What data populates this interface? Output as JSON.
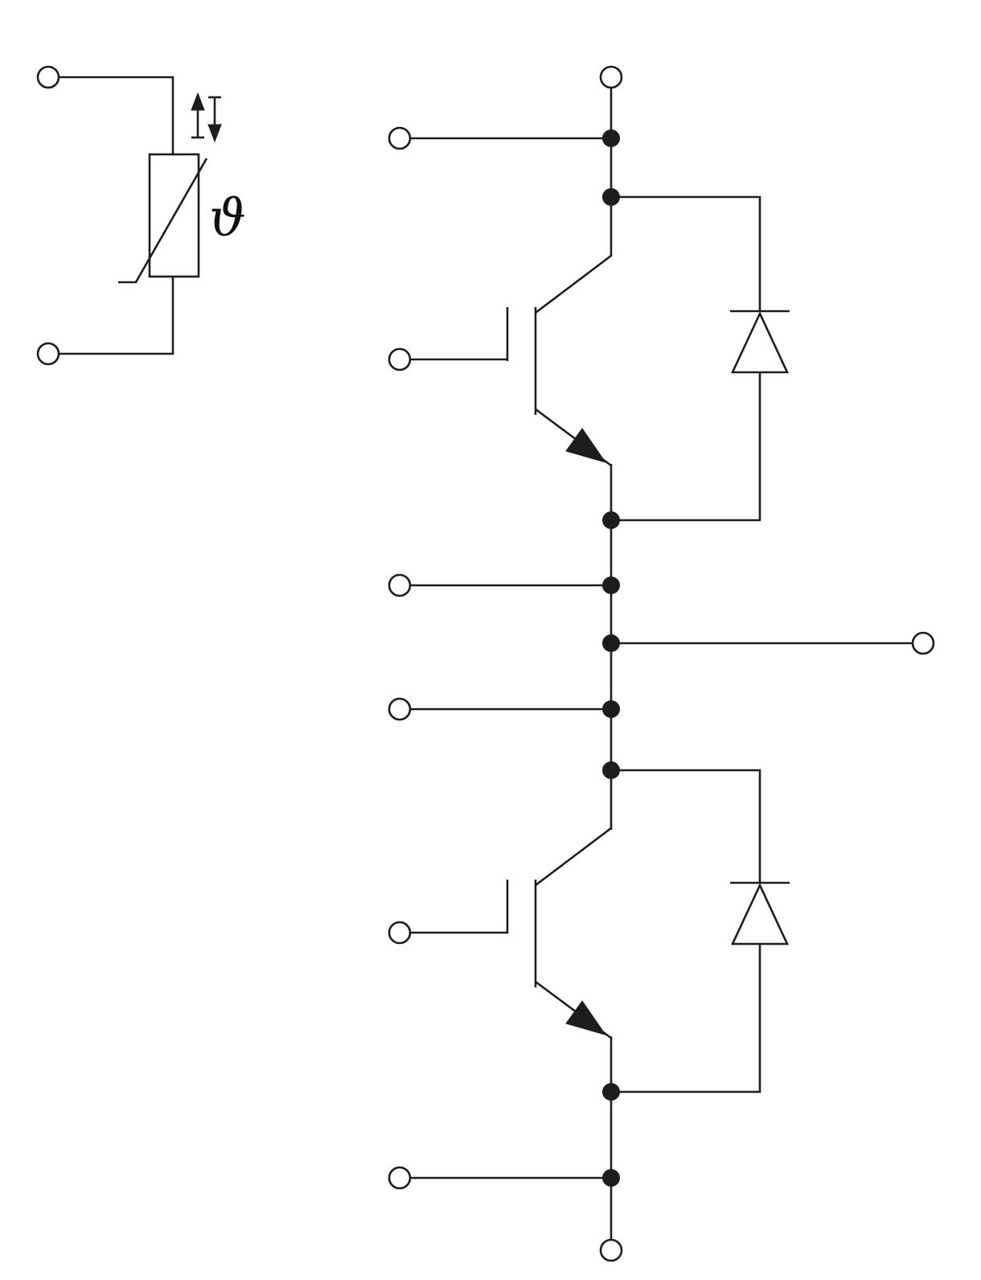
{
  "diagram": {
    "type": "power-module-circuit-schematic",
    "background_color": "#ffffff",
    "line_color": "#1d1d1d",
    "thermistor_label": "ϑ",
    "components": [
      {
        "name": "ntc-thermistor",
        "label": "ϑ",
        "terminals": 2,
        "marks": [
          "up-arrow",
          "down-arrow",
          "diagonal-variability-stroke"
        ]
      },
      {
        "name": "igbt-half-bridge",
        "terminals": 9,
        "parts": [
          "upper-igbt",
          "upper-freewheeling-diode",
          "lower-igbt",
          "lower-freewheeling-diode"
        ]
      }
    ]
  }
}
